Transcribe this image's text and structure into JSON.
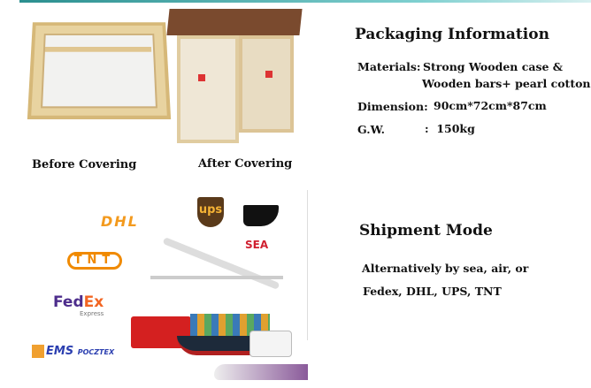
{
  "packaging": {
    "title": "Packaging Information",
    "materials_label": "Materials:",
    "materials_line1": "Strong Wooden case &",
    "materials_line2": "Wooden bars+ pearl cottons",
    "dimension_label": "Dimension:",
    "dimension_value": "90cm*72cm*87cm",
    "gw_label": "G.W.",
    "gw_value": ":  150kg",
    "before_caption": "Before Covering",
    "after_caption": "After Covering"
  },
  "shipment": {
    "title": "Shipment Mode",
    "line1": "Alternatively by sea, air, or",
    "line2": "Fedex, DHL, UPS, TNT"
  },
  "logos": {
    "dhl": "DHL",
    "ups": "ups",
    "sea": "SEA",
    "tnt": "TNT",
    "fedex_fed": "Fed",
    "fedex_ex": "Ex",
    "fedex_sub": "Express",
    "ems": "EMS",
    "ems_sub": "POCZTEX"
  },
  "colors": {
    "accent": "#2b8f8f",
    "dhl": "#f39a1e",
    "fedex_purple": "#4d2d8c",
    "fedex_orange": "#f26522",
    "ems_blue": "#2b3fb0",
    "ups_brown": "#5a3a1a"
  }
}
